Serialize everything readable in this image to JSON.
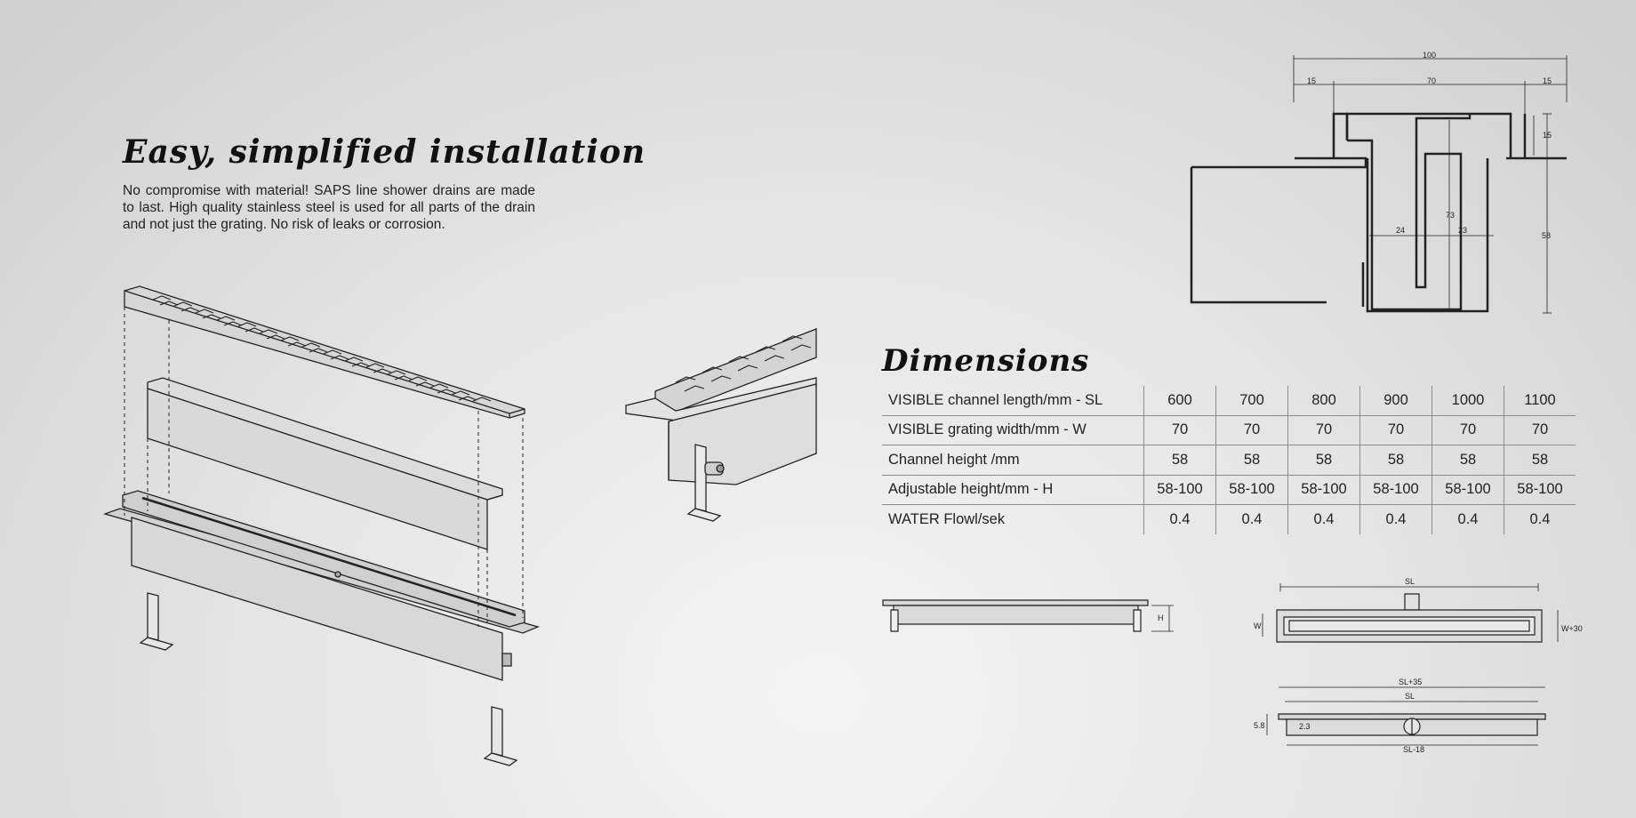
{
  "install": {
    "title": "Easy, simplified installation",
    "text": "No compromise with material! SAPS line shower drains are made to last. High quality stainless steel is used  for all parts of the drain and not just the grating.  No risk of leaks or corrosion."
  },
  "dimensions": {
    "title": "Dimensions",
    "rows": [
      {
        "label": "VISIBLE channel length/mm - SL",
        "values": [
          "600",
          "700",
          "800",
          "900",
          "1000",
          "1100"
        ]
      },
      {
        "label": "VISIBLE grating width/mm - W",
        "values": [
          "70",
          "70",
          "70",
          "70",
          "70",
          "70"
        ]
      },
      {
        "label": "Channel height /mm",
        "values": [
          "58",
          "58",
          "58",
          "58",
          "58",
          "58"
        ]
      },
      {
        "label": "Adjustable height/mm - H",
        "values": [
          "58-100",
          "58-100",
          "58-100",
          "58-100",
          "58-100",
          "58-100"
        ]
      },
      {
        "label": "WATER Flowl/sek",
        "values": [
          "0.4",
          "0.4",
          "0.4",
          "0.4",
          "0.4",
          "0.4"
        ]
      }
    ]
  },
  "drawing_labels": {
    "section": {
      "total": "100",
      "left": "15",
      "mid": "70",
      "right": "15",
      "h15": "15",
      "h73": "73",
      "h58": "58",
      "w24": "24",
      "w23": "23"
    },
    "side": {
      "h": "H"
    },
    "top": {
      "sl": "SL",
      "w": "W",
      "w30": "W+30"
    },
    "bottom": {
      "sl35": "SL+35",
      "sl": "SL",
      "sl18": "SL-18",
      "h58": "5.8",
      "h23": "2.3"
    }
  }
}
